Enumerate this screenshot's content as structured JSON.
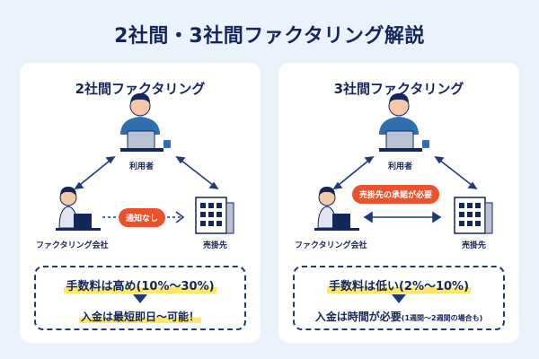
{
  "main_title": "2社間・3社間ファクタリング解説",
  "left_panel": {
    "title": "2社間ファクタリング",
    "user_label": "利用者",
    "agent_label": "ファクタリング会社",
    "client_label": "売掛先",
    "pill_label": "通知なし",
    "fee_text": "手数料は高め(10%〜30%)",
    "pay_text": "入金は最短即日〜可能！"
  },
  "right_panel": {
    "title": "3社間ファクタリング",
    "user_label": "利用者",
    "agent_label": "ファクタリング会社",
    "client_label": "売掛先",
    "pill_label": "売掛先の承諾が必要",
    "fee_text": "手数料は低い(2%〜10%)",
    "pay_text": "入金は時間が必要",
    "pay_small": "(1週間〜2週間の場合も)"
  },
  "colors": {
    "navy": "#1f3a78",
    "accent_orange": "#e9532c",
    "highlight": "#fbe86a",
    "background": "#eaf3fb"
  }
}
